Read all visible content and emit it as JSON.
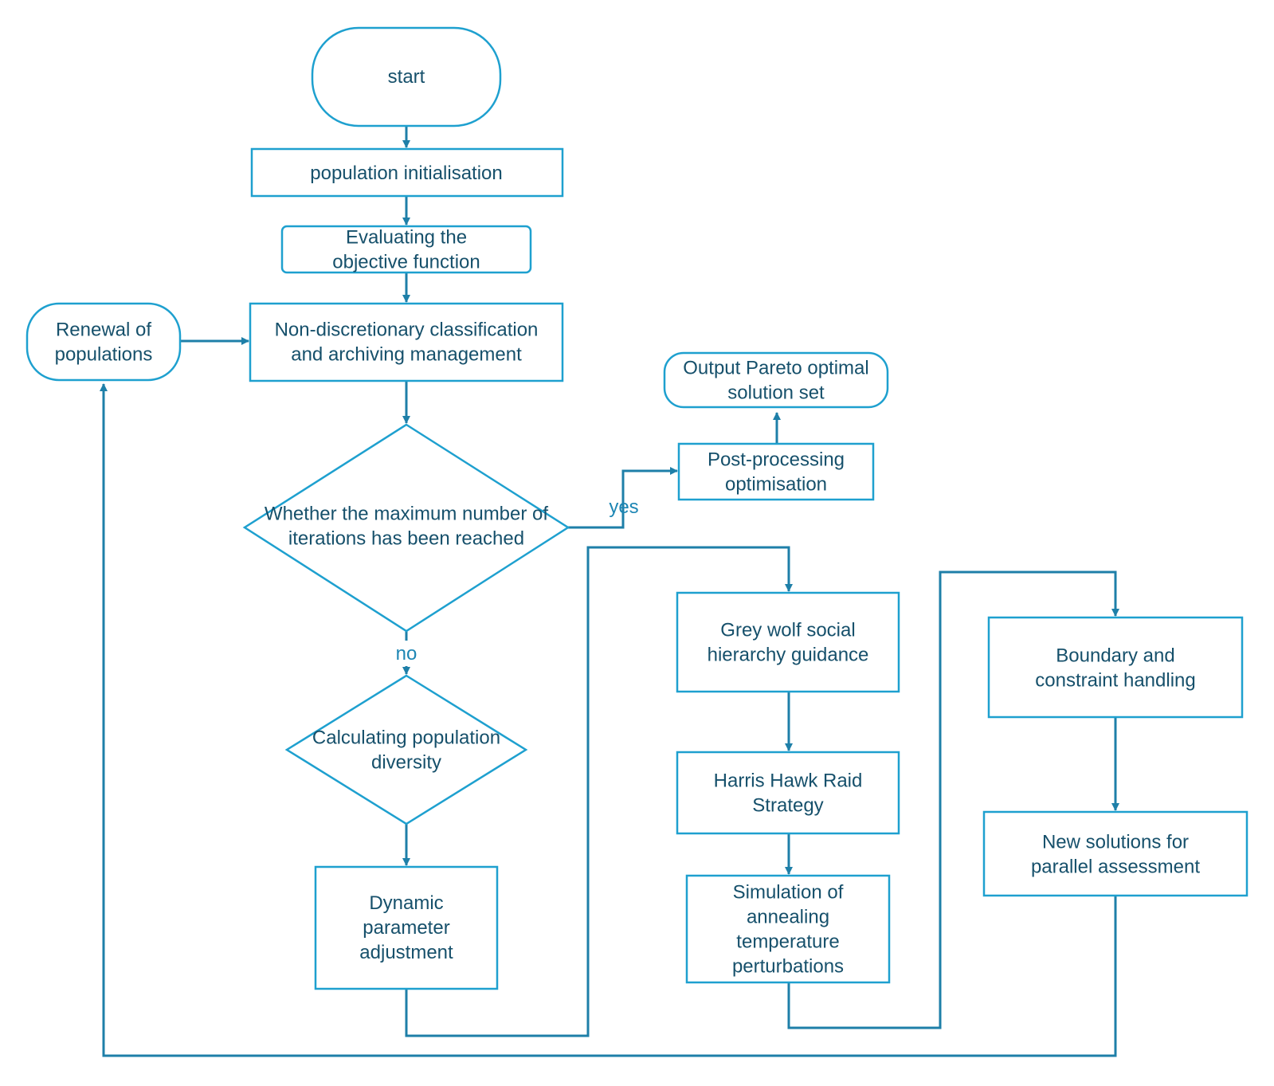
{
  "nodes": {
    "start": {
      "text": "start",
      "shape": "terminal"
    },
    "population_init": {
      "text": "population initialisation",
      "shape": "process"
    },
    "evaluate": {
      "text": "Evaluating the objective function",
      "shape": "process"
    },
    "non_discretionary": {
      "text": "Non-discretionary classification and archiving management",
      "shape": "process"
    },
    "renewal": {
      "text": "Renewal of populations",
      "shape": "terminal"
    },
    "max_iter": {
      "text": "Whether the maximum number of iterations has been reached",
      "shape": "decision"
    },
    "post_processing": {
      "text": "Post-processing optimisation",
      "shape": "process"
    },
    "output_pareto": {
      "text": "Output Pareto optimal solution set",
      "shape": "terminal"
    },
    "calc_diversity": {
      "text": "Calculating population diversity",
      "shape": "decision"
    },
    "dynamic_param": {
      "text": "Dynamic parameter adjustment",
      "shape": "process"
    },
    "grey_wolf": {
      "text": "Grey wolf social hierarchy guidance",
      "shape": "process"
    },
    "harris_hawk": {
      "text": "Harris Hawk Raid Strategy",
      "shape": "process"
    },
    "annealing": {
      "text": "Simulation of annealing temperature perturbations",
      "shape": "process"
    },
    "boundary": {
      "text": "Boundary and constraint handling",
      "shape": "process"
    },
    "new_solutions": {
      "text": "New solutions for parallel assessment",
      "shape": "process"
    }
  },
  "edge_labels": {
    "yes": "yes",
    "no": "no"
  },
  "edges": [
    {
      "from": "start",
      "to": "population_init"
    },
    {
      "from": "population_init",
      "to": "evaluate"
    },
    {
      "from": "evaluate",
      "to": "non_discretionary"
    },
    {
      "from": "renewal",
      "to": "non_discretionary"
    },
    {
      "from": "non_discretionary",
      "to": "max_iter"
    },
    {
      "from": "max_iter",
      "to": "post_processing",
      "label": "yes"
    },
    {
      "from": "post_processing",
      "to": "output_pareto"
    },
    {
      "from": "max_iter",
      "to": "calc_diversity",
      "label": "no"
    },
    {
      "from": "calc_diversity",
      "to": "dynamic_param"
    },
    {
      "from": "dynamic_param",
      "to": "grey_wolf"
    },
    {
      "from": "grey_wolf",
      "to": "harris_hawk"
    },
    {
      "from": "harris_hawk",
      "to": "annealing"
    },
    {
      "from": "annealing",
      "to": "boundary"
    },
    {
      "from": "boundary",
      "to": "new_solutions"
    },
    {
      "from": "new_solutions",
      "to": "renewal"
    }
  ],
  "colors": {
    "border": "#1ea0cf",
    "line": "#1e7fa8",
    "text": "#16506b",
    "label": "#1d86b4"
  }
}
